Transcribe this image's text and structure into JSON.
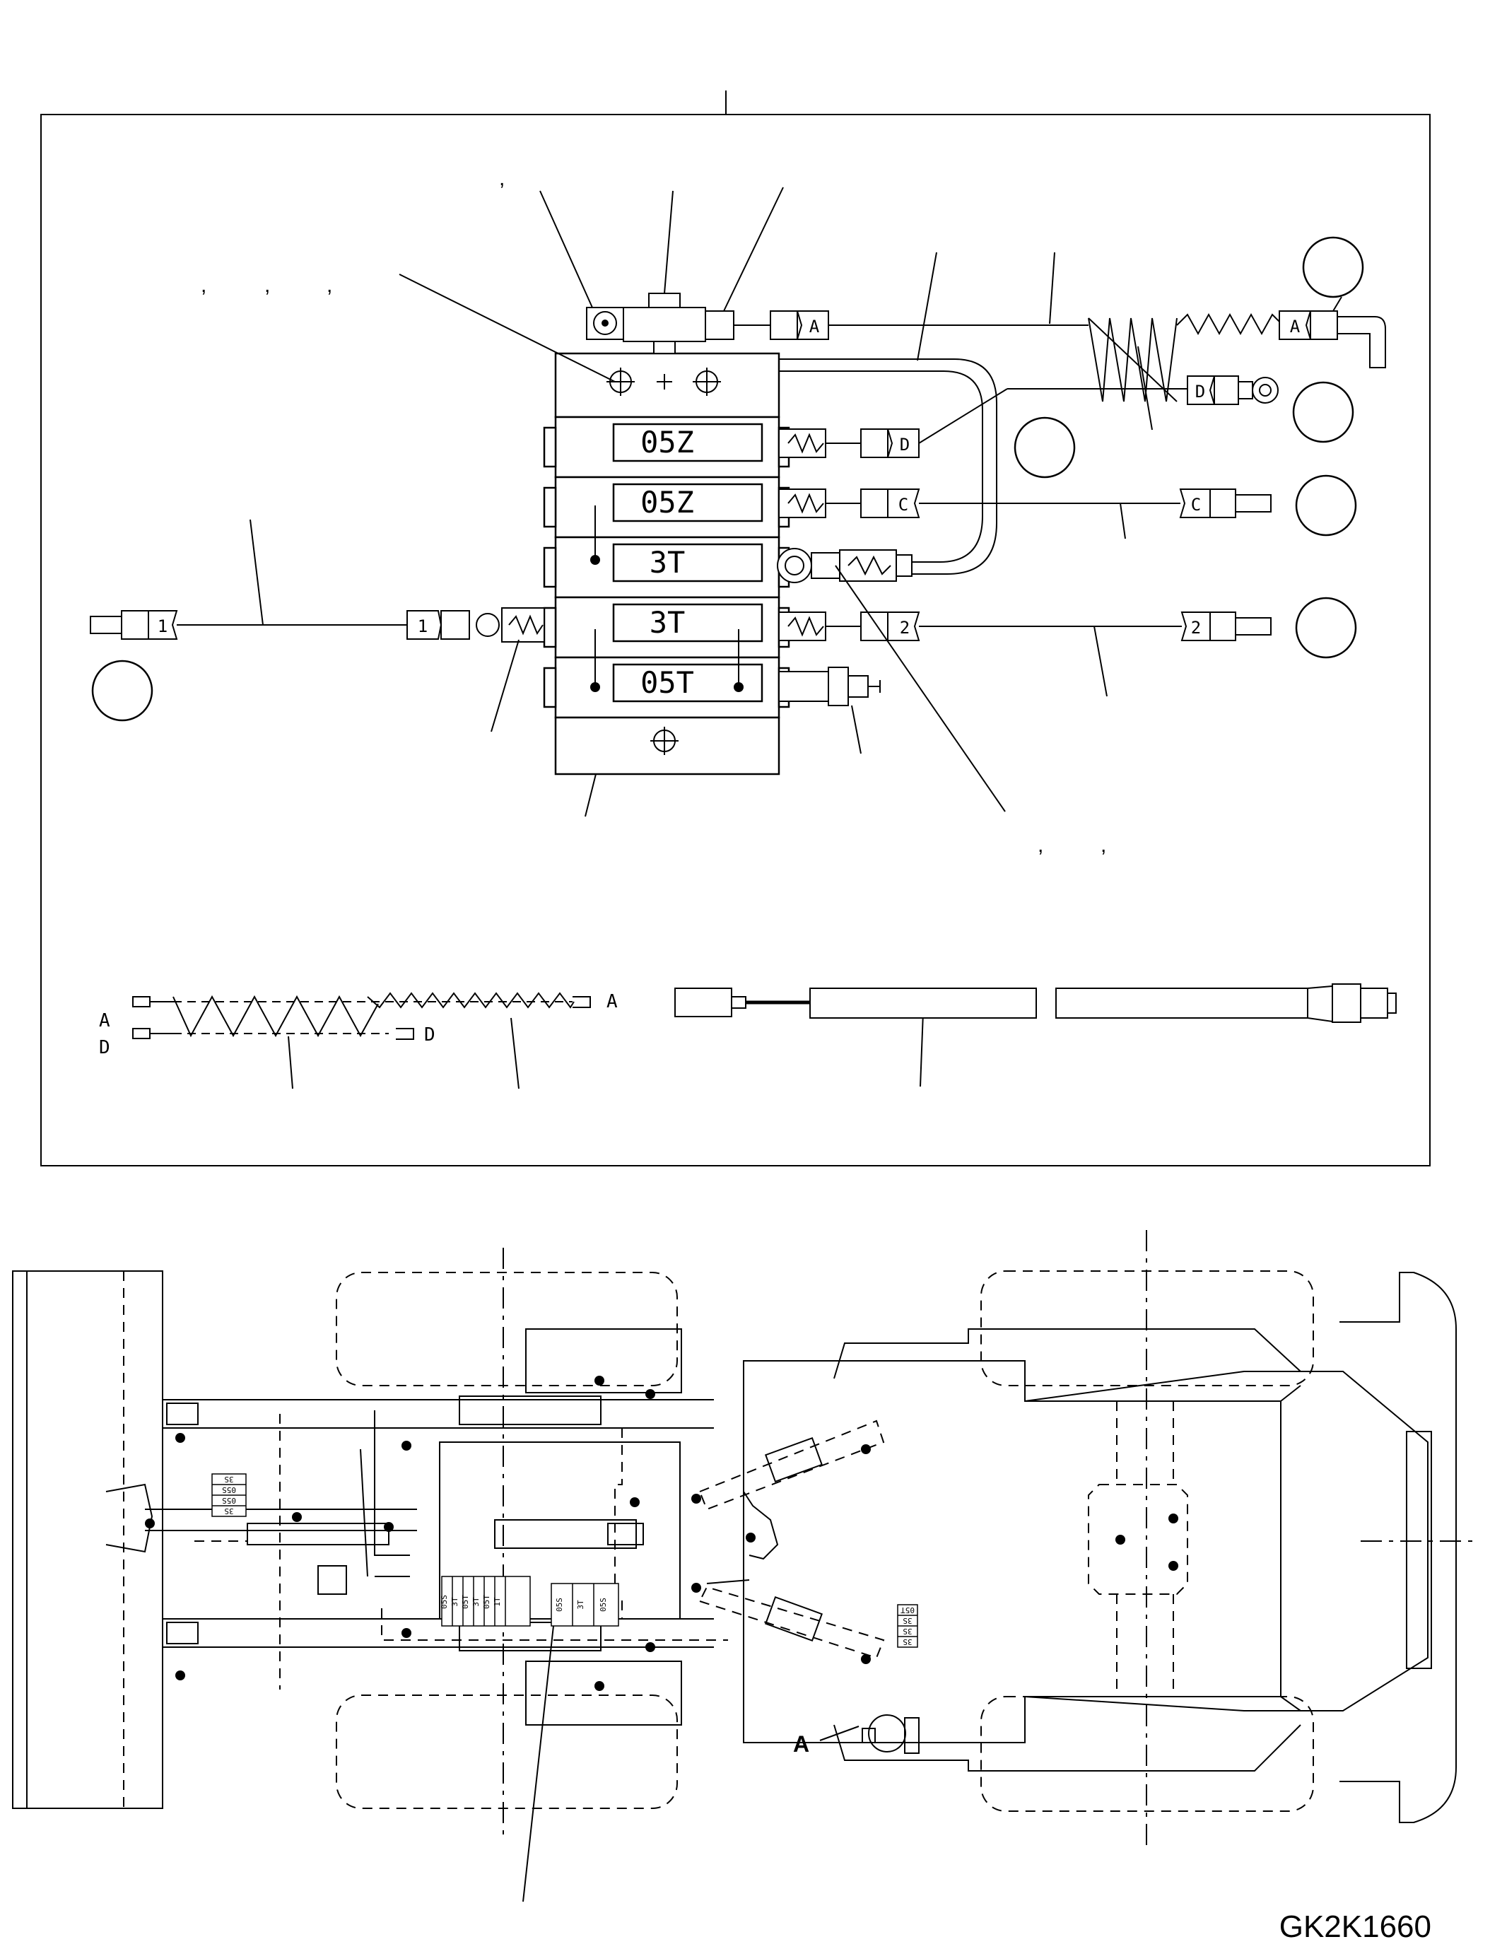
{
  "doc": {
    "code": "GK2K1660"
  },
  "block": {
    "sections": [
      {
        "label": "05Z"
      },
      {
        "label": "05Z"
      },
      {
        "label": "3T"
      },
      {
        "label": "3T"
      },
      {
        "label": "05T"
      }
    ]
  },
  "hose_tags": {
    "a": "A",
    "d": "D",
    "c": "C",
    "one": "1",
    "two": "2"
  },
  "commas": {
    "c1": ",",
    "c2": ",",
    "c3": ",",
    "c4": ",",
    "c5": ",",
    "c6": ","
  },
  "detail_labels": {
    "a": "A",
    "d": "D",
    "a_right": "A",
    "d_right": "D"
  },
  "chassis": {
    "a_pointer": "A",
    "left_table": [
      "3S",
      "05S",
      "05S",
      "3S"
    ],
    "center_table": [
      "05S",
      "3T",
      "05T",
      "3T",
      "05S",
      "05T",
      "1T",
      "3T",
      "05S"
    ],
    "right_table": [
      "05T",
      "3S",
      "3S",
      "3S"
    ]
  },
  "colors": {
    "ink": "#000000",
    "paper": "#ffffff"
  }
}
